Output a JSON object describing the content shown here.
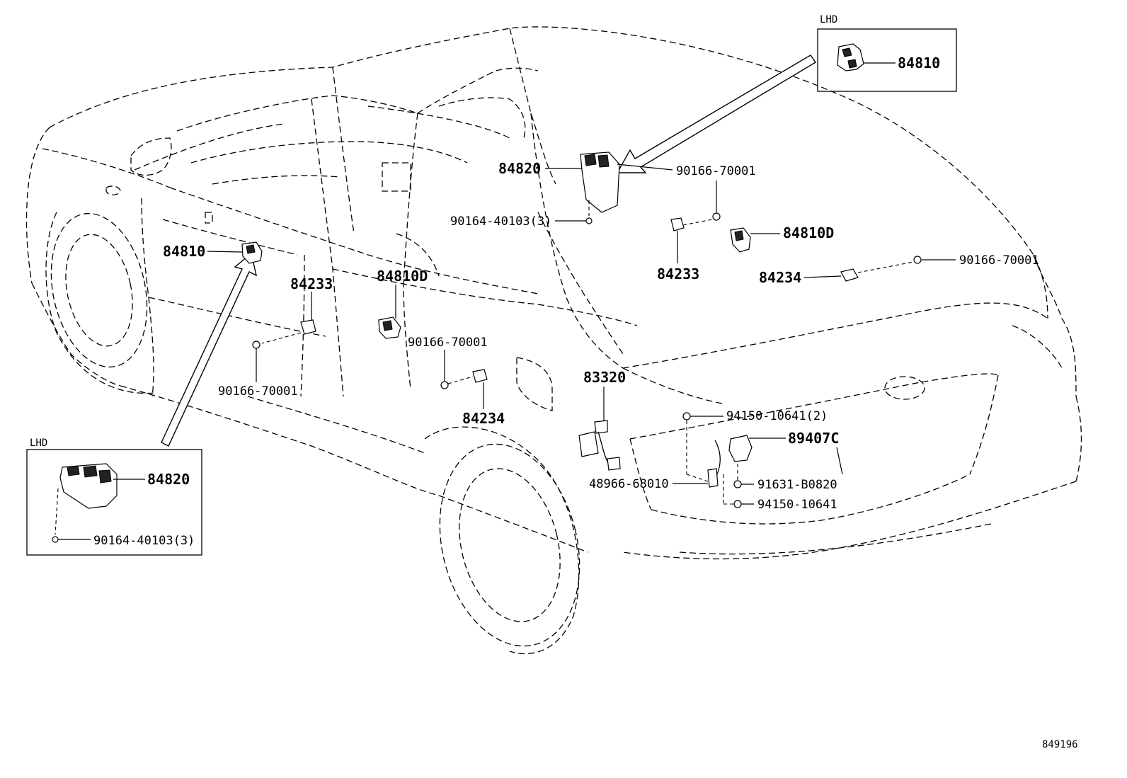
{
  "lhd_label": "LHD",
  "parts": {
    "p84810_inset": "84810",
    "p84820_main": "84820",
    "p90166_70001_a": "90166-70001",
    "p90164_40103_main": "90164-40103(3)",
    "p84810D_right": "84810D",
    "p84233_right": "84233",
    "p84234_right": "84234",
    "p90166_70001_b": "90166-70001",
    "p84810_left": "84810",
    "p84233_left": "84233",
    "p84810D_center": "84810D",
    "p90166_70001_c": "90166-70001",
    "p90166_70001_d": "90166-70001",
    "p84234_center": "84234",
    "p83320": "83320",
    "p94150_10641_2": "94150-10641(2)",
    "p89407C": "89407C",
    "p48966_68010": "48966-68010",
    "p91631_B0820": "91631-B0820",
    "p94150_10641": "94150-10641",
    "p84820_inset": "84820",
    "p90164_40103_inset": "90164-40103(3)"
  },
  "diagram_number": "849196"
}
